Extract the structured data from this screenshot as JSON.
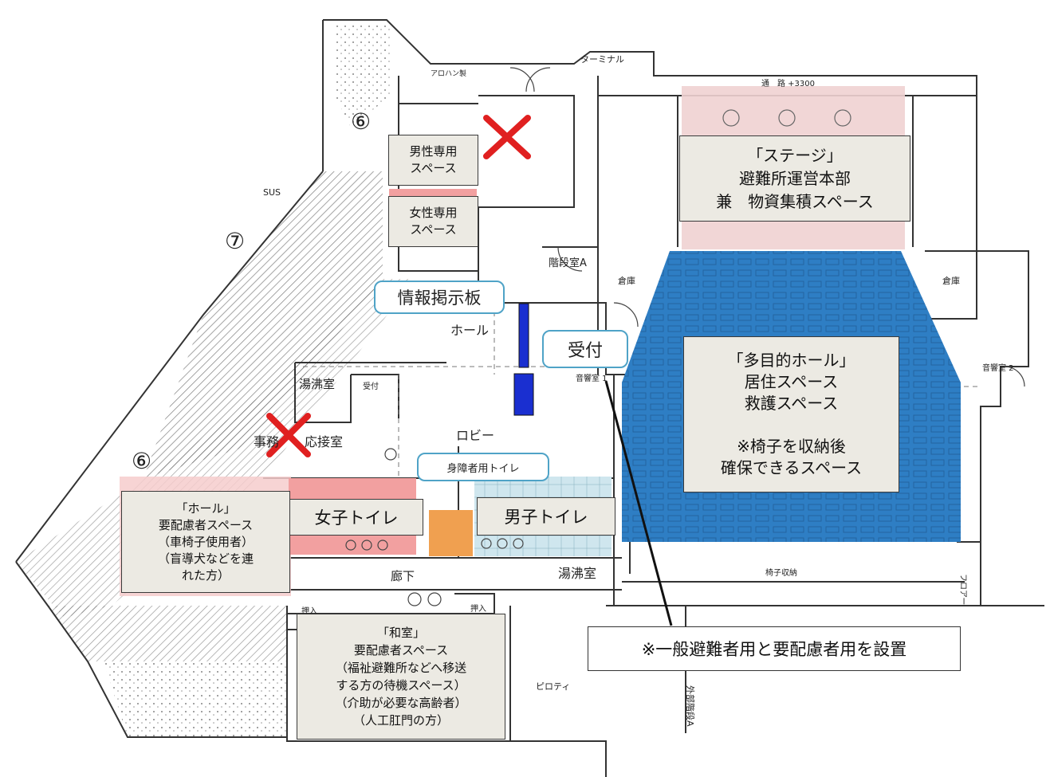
{
  "floor_labels": {
    "terminal": "ターミナル",
    "aluminum_door": "アロハン製",
    "stage_header": "通　路 +3300",
    "six_top": "⑥",
    "seven": "⑦",
    "six_bottom": "⑥",
    "sus": "SUS",
    "stair_a": "階段室A",
    "hall": "ホール",
    "lobby": "ロビー",
    "kitchenette_left": "湯沸室",
    "reception_small": "受付",
    "office": "事務",
    "reception_room": "応接室",
    "corridor": "廊下",
    "kitchenette_bottom": "湯沸室",
    "oshiire_1": "押入",
    "oshiire_2": "押入",
    "pilotis": "ピロティ",
    "warehouse": "倉庫",
    "warehouse_2": "倉庫",
    "sound_room_1": "音響室 1",
    "sound_room_2": "音響室 2",
    "outer_stair": "外部階段A",
    "chair_storage": "椅子収納",
    "floor_e": "フロアー"
  },
  "colors": {
    "stage": "#efd2d2",
    "hall": "#2e7ec4",
    "women_toilet": "#f2a0a0",
    "men_toilet": "#cfe6ee",
    "accessible_toilet": "#f0a050",
    "pink_zone": "#f6cccc",
    "bubble_border": "#4fa3c7",
    "marker_blue": "#1a2fd0",
    "x_red": "#e02020"
  },
  "boxes": {
    "men_space": "男性専用\nスペース",
    "women_space": "女性専用\nスペース",
    "stage": "「ステージ」\n避難所運営本部\n兼　物資集積スペース",
    "hall": "「多目的ホール」\n居住スペース\n救護スペース\n\n※椅子を収納後\n確保できるスペース",
    "hall_room": "「ホール」\n要配慮者スペース\n（車椅子使用者）\n（盲導犬などを連\nれた方）",
    "women_toilet": "女子トイレ",
    "men_toilet": "男子トイレ",
    "washitsu": "「和室」\n要配慮者スペース\n（福祉避難所などへ移送\nする方の待機スペース）\n（介助が必要な高齢者）\n（人工肛門の方）"
  },
  "bubbles": {
    "info_board": "情報掲示板",
    "reception": "受付",
    "accessible_toilet": "身障者用トイレ"
  },
  "note": "※一般避難者用と要配慮者用を設置",
  "marks": {
    "x_count": 2
  }
}
